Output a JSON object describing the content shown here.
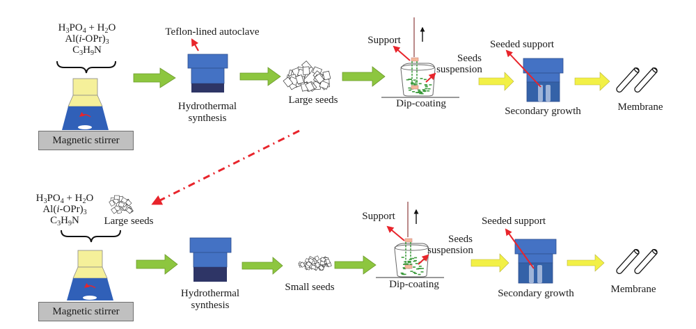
{
  "colors": {
    "green_arrow": "#8dc63f",
    "yellow_arrow": "#f2f046",
    "red_arrow": "#e8242b",
    "autoclave_blue": "#4472c4",
    "autoclave_dark": "#2e3566",
    "flask_yellow": "#f5f09a",
    "flask_blue": "#3060b8",
    "stirrer_gray": "#c0c0c0",
    "seed_green": "#3a9a3a"
  },
  "top_row": {
    "reagents": [
      "H3PO4 + H2O",
      "Al(i-OPr)3",
      "C3H9N"
    ],
    "stirrer_label": "Magnetic stirrer",
    "autoclave_callout": "Teflon-lined autoclave",
    "autoclave_label": [
      "Hydrothermal",
      "synthesis"
    ],
    "seeds_label": "Large seeds",
    "dip_support_label": "Support",
    "dip_suspension_label": [
      "Seeds",
      "suspension"
    ],
    "dip_label": "Dip-coating",
    "secondary_callout": "Seeded support",
    "secondary_label": "Secondary growth",
    "membrane_label": "Membrane"
  },
  "bottom_row": {
    "reagents": [
      "H3PO4 + H2O",
      "Al(i-OPr)3",
      "C3H9N"
    ],
    "added_seeds_label": "Large seeds",
    "stirrer_label": "Magnetic stirrer",
    "autoclave_label": [
      "Hydrothermal",
      "synthesis"
    ],
    "seeds_label": "Small seeds",
    "dip_support_label": "Support",
    "dip_suspension_label": [
      "Seeds",
      "suspension"
    ],
    "dip_label": "Dip-coating",
    "secondary_callout": "Seeded support",
    "secondary_label": "Secondary growth",
    "membrane_label": "Membrane"
  }
}
